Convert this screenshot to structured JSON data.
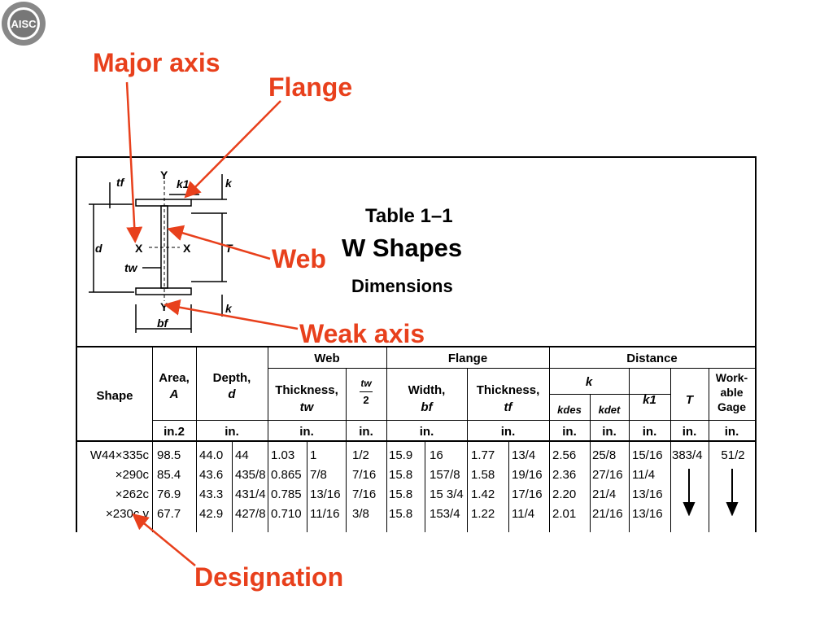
{
  "logo": {
    "text": "AISC"
  },
  "callouts": {
    "major_axis": "Major axis",
    "flange": "Flange",
    "web": "Web",
    "weak_axis": "Weak axis",
    "designation": "Designation"
  },
  "diagram": {
    "tf": "tf",
    "k1": "k1",
    "k_top": "k",
    "k_bot": "k",
    "y_top": "Y",
    "y_bot": "Y",
    "d": "d",
    "x_left": "X",
    "x_right": "X",
    "T": "T",
    "tw": "tw",
    "bf": "bf"
  },
  "title": {
    "line1": "Table 1–1",
    "line2": "W Shapes",
    "line3": "Dimensions"
  },
  "header": {
    "shape": "Shape",
    "area": "Area,",
    "area_sym": "A",
    "depth": "Depth,",
    "depth_sym": "d",
    "web": "Web",
    "flange": "Flange",
    "distance": "Distance",
    "thickness": "Thickness,",
    "tw_sym": "tw",
    "tw2_num": "tw",
    "tw2_den": "2",
    "width": "Width,",
    "bf_sym": "bf",
    "fthickness": "Thickness,",
    "tf_sym": "tf",
    "k": "k",
    "kdes": "kdes",
    "kdet": "kdet",
    "k1": "k1",
    "T": "T",
    "workable": "Work-",
    "workable2": "able",
    "workable3": "Gage",
    "units": [
      "in.2",
      "in.",
      "in.",
      "in.",
      "in.",
      "in.",
      "in.",
      "in.",
      "in.",
      "in.",
      "in."
    ]
  },
  "rows": [
    {
      "shape": "W44×335c",
      "A": "98.5",
      "d1": "44.0",
      "d2": "44",
      "tw1": "1.03",
      "tw2": "1",
      "tw_2": "1/2",
      "bf1": "15.9",
      "bf2": "16",
      "tf1": "1.77",
      "tf2": "13/4",
      "kdes": "2.56",
      "kdet": "25/8",
      "k1": "15/16",
      "T": "383/4",
      "gage": "51/2"
    },
    {
      "shape": "×290c",
      "A": "85.4",
      "d1": "43.6",
      "d2": "435/8",
      "tw1": "0.865",
      "tw2": "7/8",
      "tw_2": "7/16",
      "bf1": "15.8",
      "bf2": "157/8",
      "tf1": "1.58",
      "tf2": "19/16",
      "kdes": "2.36",
      "kdet": "27/16",
      "k1": "11/4",
      "T": "",
      "gage": ""
    },
    {
      "shape": "×262c",
      "A": "76.9",
      "d1": "43.3",
      "d2": "431/4",
      "tw1": "0.785",
      "tw2": "13/16",
      "tw_2": "7/16",
      "bf1": "15.8",
      "bf2": "15 3/4",
      "tf1": "1.42",
      "tf2": "17/16",
      "kdes": "2.20",
      "kdet": "21/4",
      "k1": "13/16",
      "T": "",
      "gage": ""
    },
    {
      "shape": "×230c,v",
      "A": "67.7",
      "d1": "42.9",
      "d2": "427/8",
      "tw1": "0.710",
      "tw2": "11/16",
      "tw_2": "3/8",
      "bf1": "15.8",
      "bf2": "153/4",
      "tf1": "1.22",
      "tf2": "11/4",
      "kdes": "2.01",
      "kdet": "21/16",
      "k1": "13/16",
      "T": "",
      "gage": ""
    }
  ],
  "colors": {
    "accent": "#e8401c",
    "ink": "#000000"
  }
}
